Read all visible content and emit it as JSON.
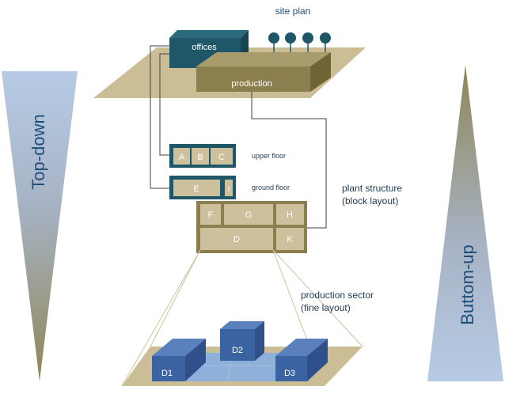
{
  "colors": {
    "teal": "#1f5668",
    "teal_light": "#3d7a8e",
    "olive": "#8b7e4f",
    "olive_light": "#a89b6c",
    "cell": "#cdc09c",
    "tan_plane": "#cbbe97",
    "blue_box": "#3c63a1",
    "blue_box_top": "#5a81bd",
    "label_blue": "#1f4e79"
  },
  "left_arrow": {
    "label": "Top-down"
  },
  "right_arrow": {
    "label": "Buttom-up"
  },
  "site_plan": {
    "title": "site plan",
    "offices_label": "offices",
    "production_label": "production",
    "tree_count": 4
  },
  "upper_floor": {
    "label": "upper floor",
    "cells": [
      "A",
      "B",
      "C"
    ]
  },
  "ground_floor": {
    "label": "ground floor",
    "cells": [
      "E",
      "I"
    ]
  },
  "block_layout": {
    "label_line1": "plant structure",
    "label_line2": "(block layout)",
    "top_row": [
      "F",
      "G",
      "H"
    ],
    "bottom_row": [
      "D",
      "K"
    ]
  },
  "fine_layout": {
    "label_line1": "production sector",
    "label_line2": "(fine layout)",
    "boxes": [
      "D1",
      "D2",
      "D3"
    ]
  }
}
